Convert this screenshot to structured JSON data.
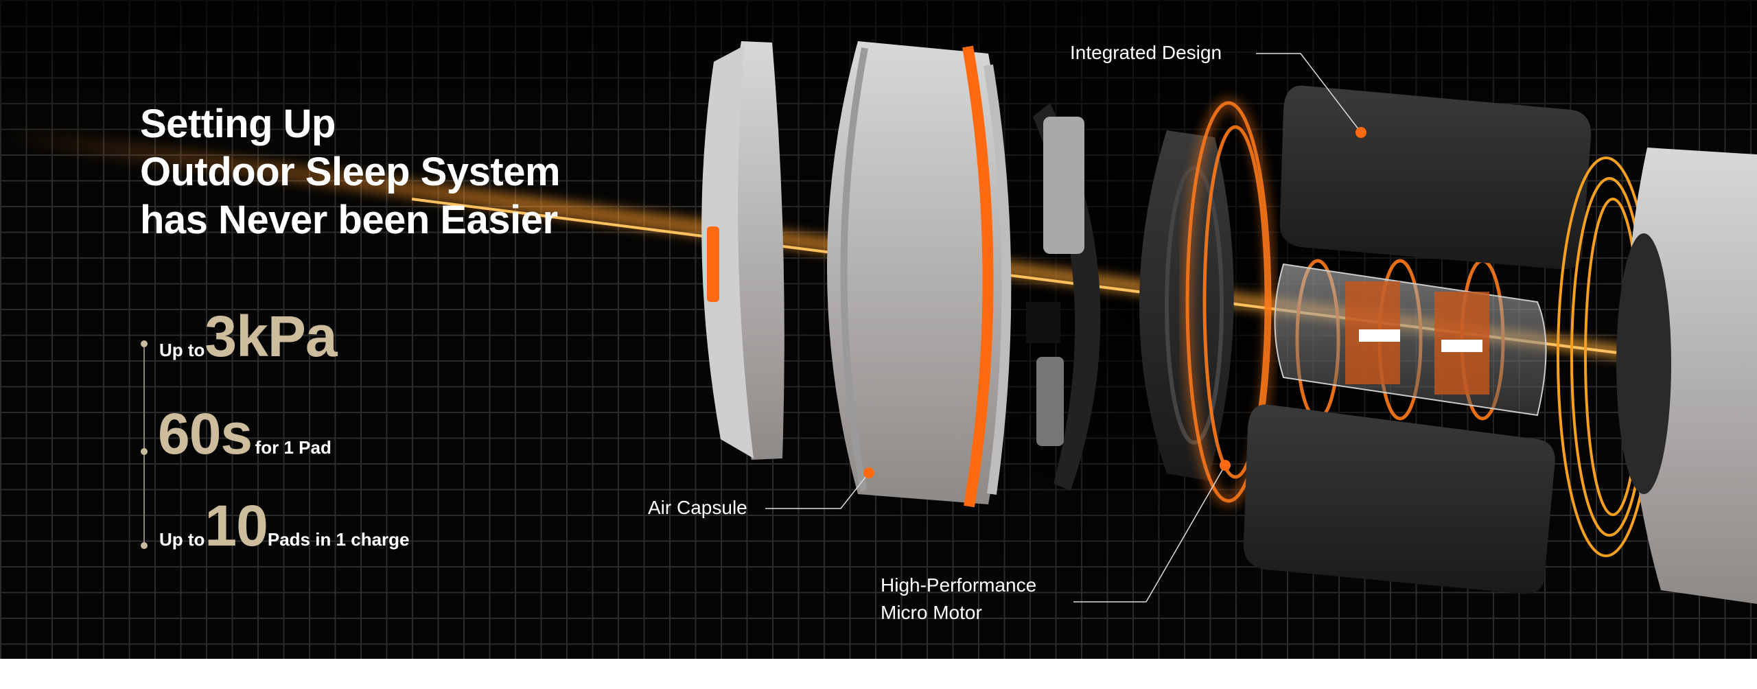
{
  "headline": {
    "lines": [
      "Setting Up",
      "Outdoor Sleep System",
      "has Never been Easier"
    ]
  },
  "stats": [
    {
      "prefix": "Up to",
      "value": "3kPa",
      "suffix": ""
    },
    {
      "prefix": "",
      "value": "60s",
      "suffix": "for 1 Pad"
    },
    {
      "prefix": "Up to",
      "value": "10",
      "suffix": "Pads in 1 charge"
    }
  ],
  "callouts": {
    "integrated_design": "Integrated Design",
    "air_capsule": "Air Capsule",
    "motor_line1": "High-Performance",
    "motor_line2": "Micro Motor"
  },
  "colors": {
    "accent": "#ff7a1a",
    "stat_gold": "#cdbd9c",
    "background": "#050505"
  }
}
